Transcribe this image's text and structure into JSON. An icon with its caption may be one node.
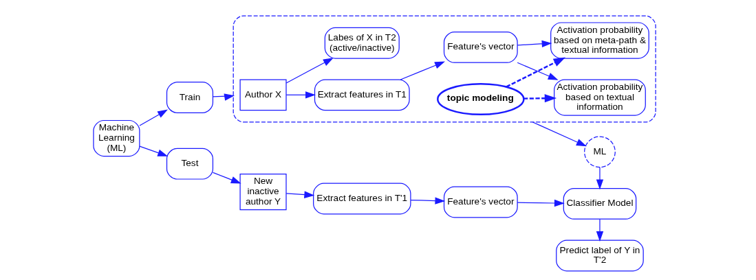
{
  "diagram": {
    "nodes": [
      {
        "text": [
          "Machine Learning (ML)"
        ]
      },
      {
        "text": [
          "Train"
        ]
      },
      {
        "text": [
          "Test"
        ]
      },
      {
        "text": [],
        "shape": "box"
      },
      {
        "text": [
          "Author X"
        ],
        "in": 3
      },
      {
        "text": [
          "Extract features in T1"
        ],
        "in": 3
      },
      {
        "text": [
          "Labes of X in T2 (active/inactive)"
        ],
        "in": 3
      },
      {
        "text": [
          "Feature's vector"
        ],
        "in": 3
      },
      {
        "text": [
          "Activation probability based on textual information"
        ],
        "in": 3
      },
      {
        "text": [
          "Activation probability based on meta-path & textual information"
        ],
        "in": 3
      },
      {
        "text": [
          "topic modeling"
        ],
        "in": 3
      },
      {
        "text": [
          "ML"
        ]
      },
      {
        "text": [
          "New inactive author Y"
        ]
      },
      {
        "text": [
          "Extract features in T'1"
        ]
      },
      {
        "text": [
          "Feature's vector"
        ]
      },
      {
        "text": [
          "Classifier Model"
        ]
      },
      {
        "text": [
          "Predict label of Y in T'2"
        ]
      }
    ],
    "edges": [
      {
        "from": 0,
        "to": 1,
        "arrow": "to"
      },
      {
        "from": 0,
        "to": 2,
        "arrow": "to"
      },
      {
        "from": 1,
        "to": 3,
        "arrow": "to"
      },
      {
        "from": 4,
        "to": 5,
        "arrow": "to"
      },
      {
        "from": 4,
        "to": 6,
        "arrow": "to"
      },
      {
        "from": 5,
        "to": 7,
        "arrow": "to"
      },
      {
        "from": 7,
        "to": 8,
        "arrow": "to"
      },
      {
        "from": 7,
        "to": 9,
        "arrow": "to"
      },
      {
        "from": 10,
        "to": 8,
        "arrow": "to",
        "style": "dashed"
      },
      {
        "from": 10,
        "to": 9,
        "arrow": "to",
        "style": "dashed"
      },
      {
        "from": 3,
        "to": 11,
        "arrow": "to"
      },
      {
        "from": 11,
        "to": 15,
        "arrow": "to"
      },
      {
        "from": 2,
        "to": 12,
        "arrow": "to"
      },
      {
        "from": 12,
        "to": 13,
        "arrow": "to"
      },
      {
        "from": 13,
        "to": 14,
        "arrow": "to"
      },
      {
        "from": 14,
        "to": 15,
        "arrow": "to"
      },
      {
        "from": 15,
        "to": 16,
        "arrow": "to"
      }
    ]
  }
}
